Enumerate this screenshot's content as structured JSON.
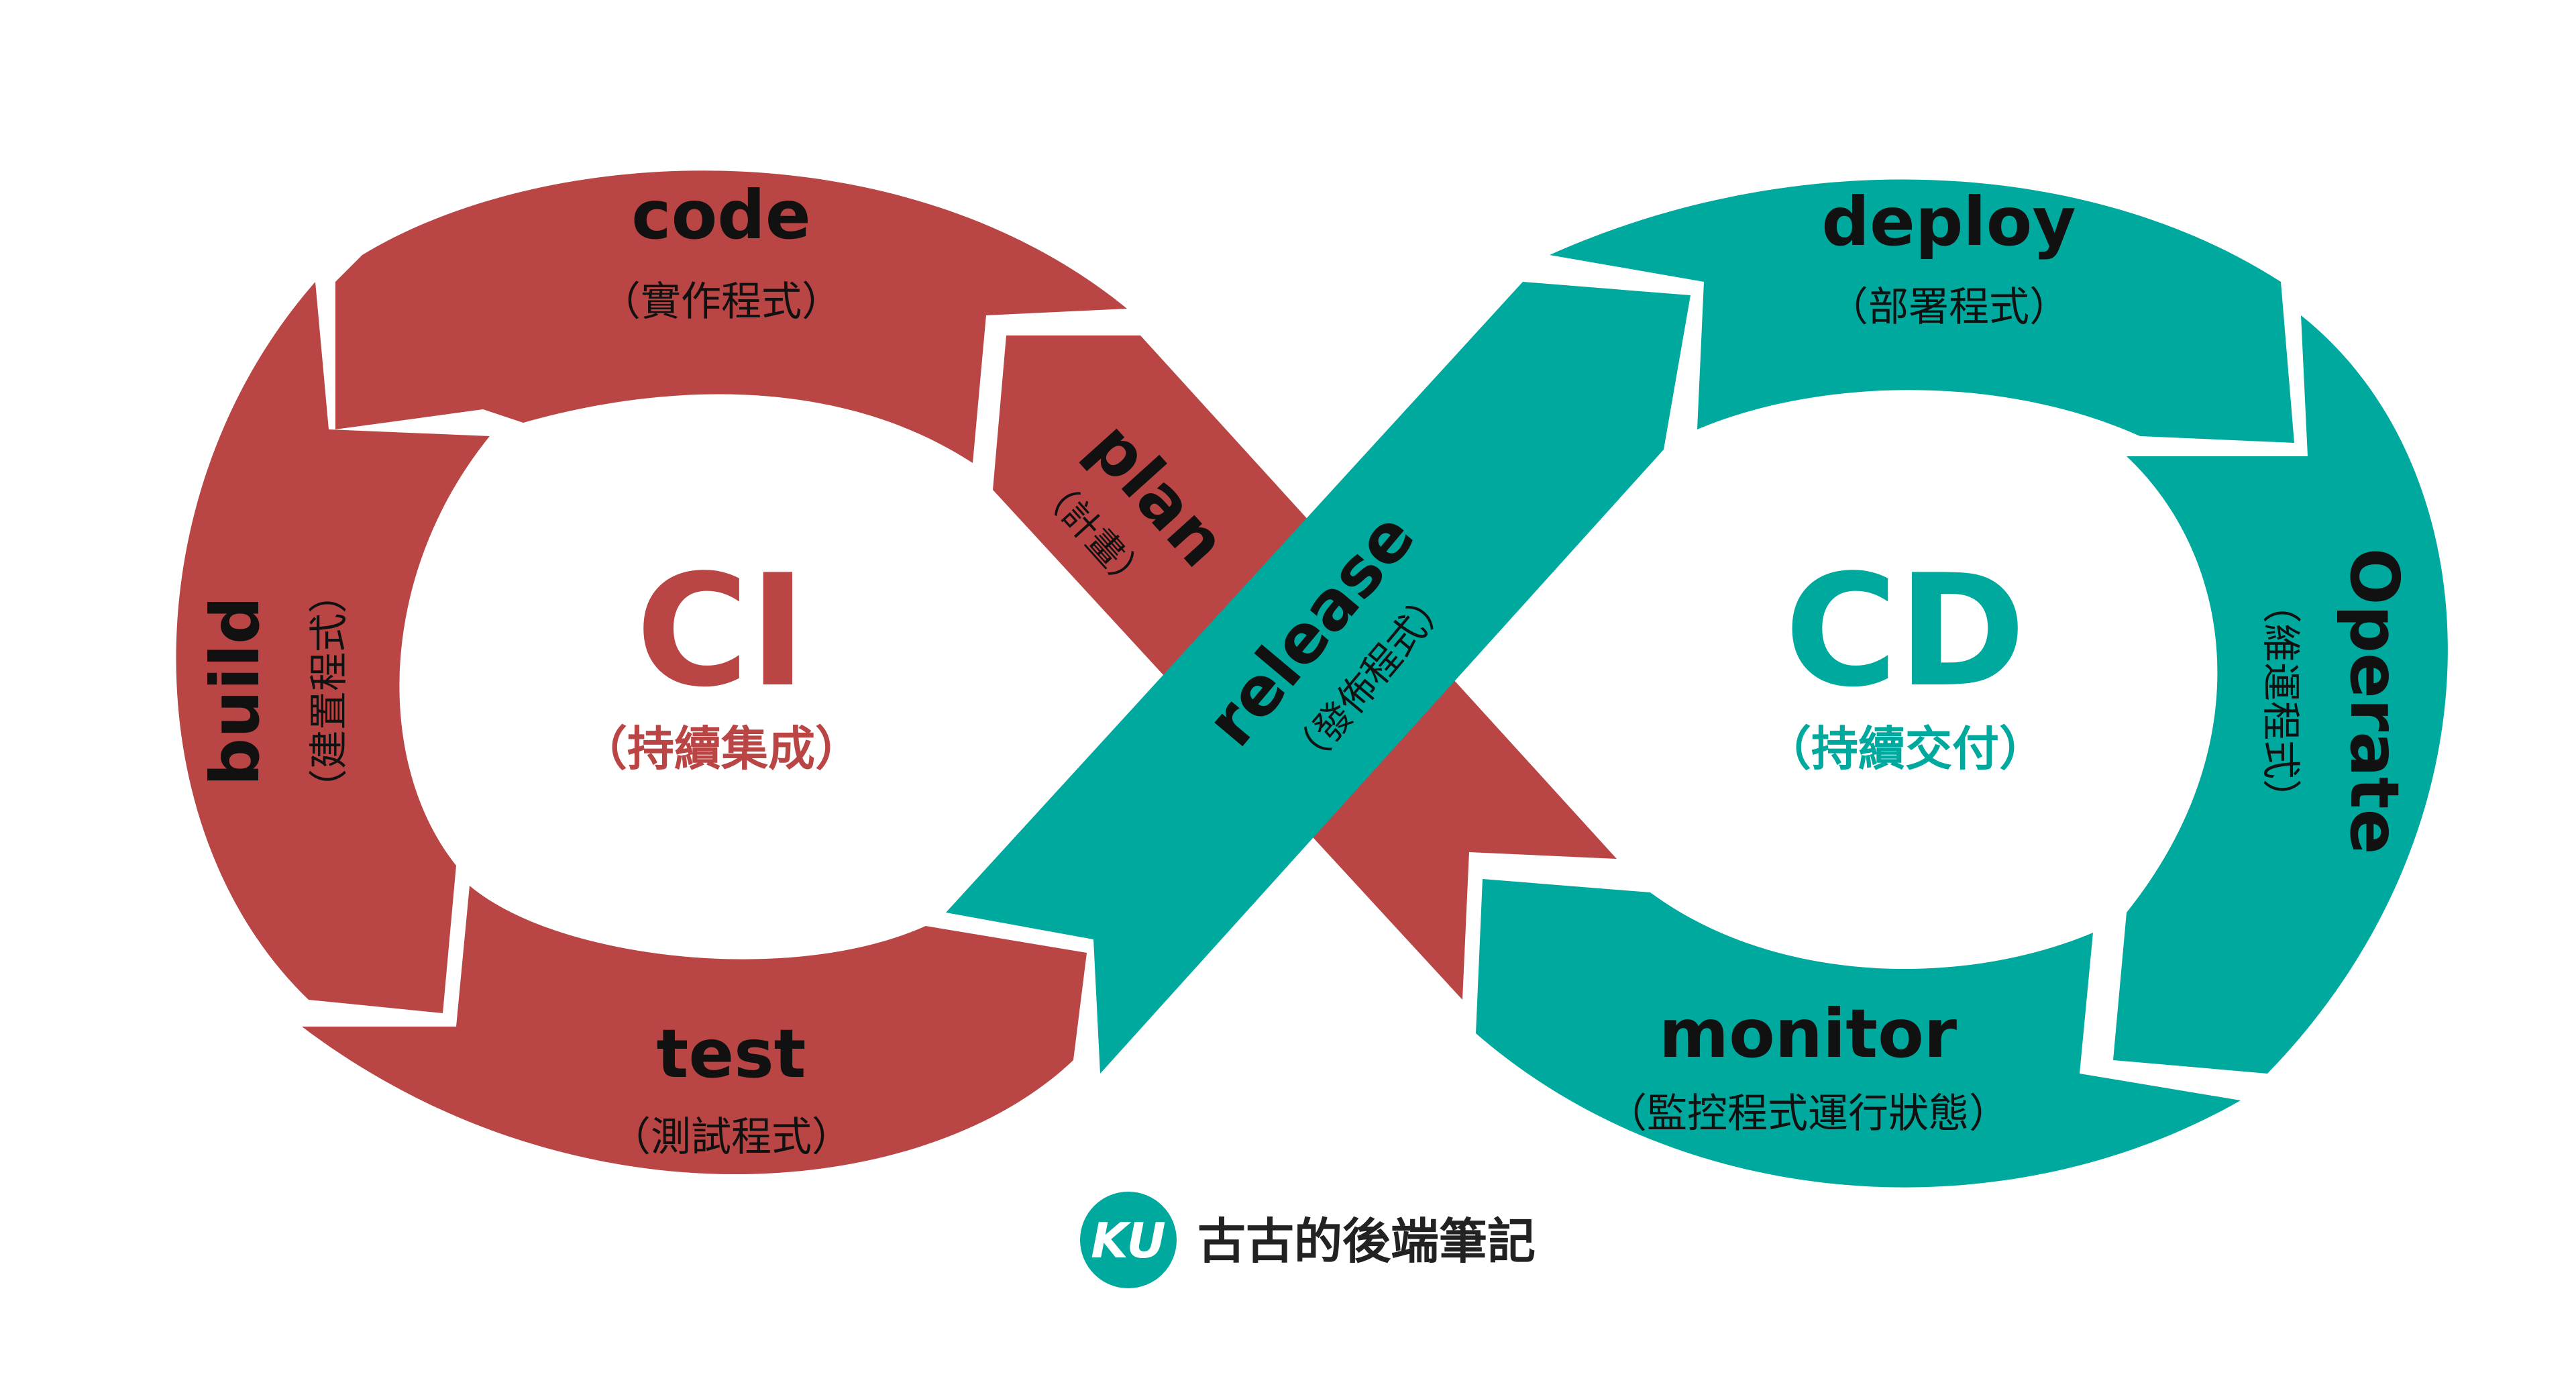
{
  "colors": {
    "ci_red": "#b94545",
    "cd_teal": "#00a99d",
    "text_dark": "#111111",
    "background": "#ffffff"
  },
  "ci": {
    "title": "CI",
    "subtitle": "（持續集成）"
  },
  "cd": {
    "title": "CD",
    "subtitle": "（持續交付）"
  },
  "stages": {
    "code": {
      "label": "code",
      "sublabel": "（實作程式）"
    },
    "build": {
      "label": "build",
      "sublabel": "（建置程式）"
    },
    "test": {
      "label": "test",
      "sublabel": "（測試程式）"
    },
    "plan": {
      "label": "plan",
      "sublabel": "（計畫）"
    },
    "release": {
      "label": "release",
      "sublabel": "（發佈程式）"
    },
    "deploy": {
      "label": "deploy",
      "sublabel": "（部署程式）"
    },
    "operate": {
      "label": "Operate",
      "sublabel": "（維運程式）"
    },
    "monitor": {
      "label": "monitor",
      "sublabel": "（監控程式運行狀態）"
    }
  },
  "brand": {
    "logo_text": "KU",
    "name": "古古的後端筆記",
    "icon": "ku-logo-icon"
  }
}
